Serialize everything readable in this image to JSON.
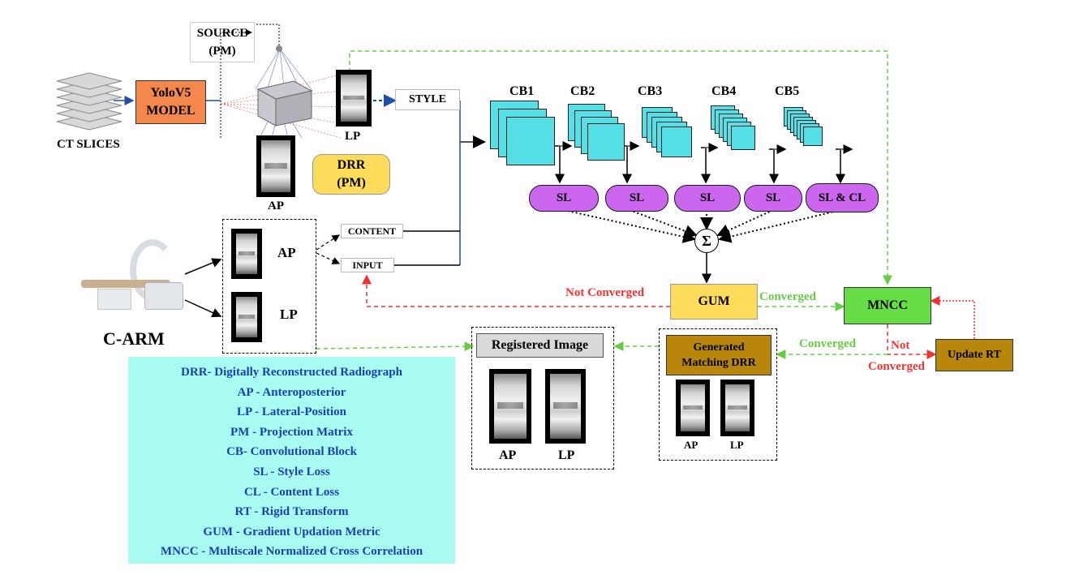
{
  "nodes": {
    "source": "SOURCE\n(PM)",
    "yolo": "YoloV5\nMODEL",
    "ct_slices": "CT SLICES",
    "style": "STYLE",
    "content": "CONTENT",
    "input": "INPUT",
    "drr": "DRR\n(PM)",
    "ap_top": "AP",
    "lp_top": "LP",
    "carm": "C-ARM",
    "ap_mid": "AP",
    "lp_mid": "LP",
    "gum": "GUM",
    "mncc": "MNCC",
    "update_rt": "Update RT",
    "registered": "Registered Image",
    "reg_ap": "AP",
    "reg_lp": "LP",
    "generated": "Generated\nMatching DRR",
    "gen_ap": "AP",
    "gen_lp": "LP",
    "sigma": "Σ"
  },
  "conv_blocks": [
    {
      "label": "CB1",
      "loss": "SL"
    },
    {
      "label": "CB2",
      "loss": "SL"
    },
    {
      "label": "CB3",
      "loss": "SL"
    },
    {
      "label": "CB4",
      "loss": "SL"
    },
    {
      "label": "CB5",
      "loss": "SL & CL"
    }
  ],
  "edges": {
    "not_converged_gum": "Not Converged",
    "converged_gum": "Converged",
    "converged_mncc": "Converged",
    "not_converged_mncc_1": "Not",
    "not_converged_mncc_2": "Converged"
  },
  "legend": [
    "DRR- Digitally Reconstructed Radiograph",
    "AP - Anteroposterior",
    "LP - Lateral-Position",
    "PM - Projection Matrix",
    "CB- Convolutional Block",
    "SL - Style Loss",
    "CL - Content Loss",
    "RT - Rigid Transform",
    "GUM - Gradient Updation Metric",
    "MNCC - Multiscale Normalized Cross Correlation"
  ],
  "colors": {
    "yolo": "#f4874b",
    "drr": "#fddc5c",
    "conv": "#55e0e8",
    "loss": "#cc66ee",
    "gum": "#fddc5c",
    "mncc": "#66dd44",
    "update": "#b8860b",
    "legend_bg": "#a8fbf0",
    "legend_text": "#1a3fae",
    "converged": "#66cc44",
    "not_converged": "#ee3333"
  }
}
